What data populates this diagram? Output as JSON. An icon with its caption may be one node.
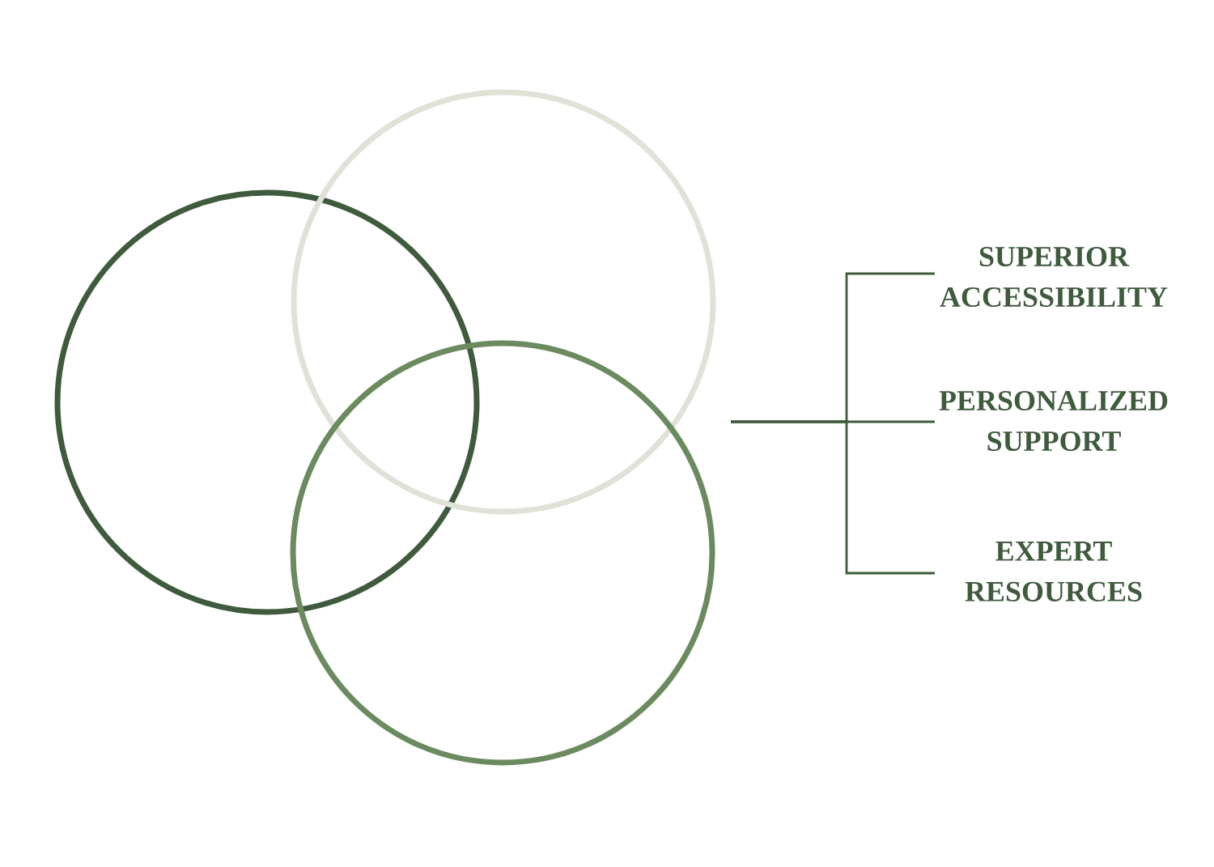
{
  "diagram": {
    "nodes": [
      {
        "text": [],
        "shape": "circle"
      },
      {
        "text": [],
        "shape": "circle"
      },
      {
        "text": [],
        "shape": "circle"
      },
      {
        "text": [
          "SUPERIOR ACCESSIBILITY"
        ]
      },
      {
        "text": [
          "PERSONALIZED SUPPORT"
        ]
      },
      {
        "text": [
          "EXPERT RESOURCES"
        ]
      }
    ],
    "edges": [
      {
        "from": null,
        "to": 3,
        "arrow": "none"
      },
      {
        "from": null,
        "to": 4,
        "arrow": "none"
      },
      {
        "from": null,
        "to": 5,
        "arrow": "none"
      }
    ]
  }
}
